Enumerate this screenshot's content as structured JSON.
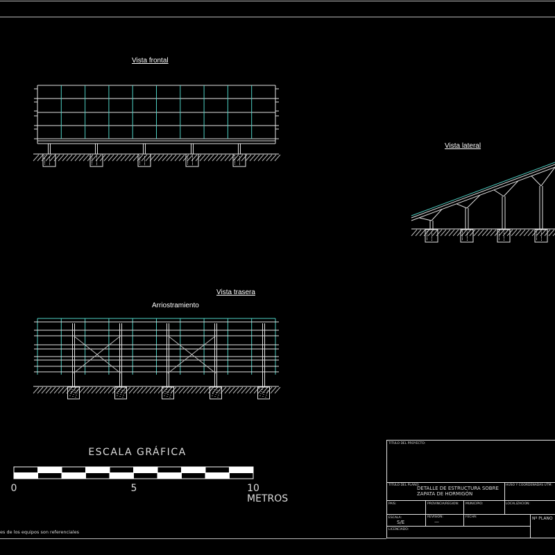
{
  "views": {
    "front": "Vista frontal",
    "lateral": "Vista lateral",
    "rear": "Vista trasera",
    "bracing": "Arriostramiento"
  },
  "scale": {
    "title": "ESCALA GRÁFICA",
    "ticks": [
      "0",
      "5",
      "10"
    ],
    "unit": "METROS"
  },
  "footnote": "es de los equipos son referenciales",
  "title_block": {
    "project_title_label": "TITULO DEL PROYECTO:",
    "plan_title_label": "TITULO DEL PLANO:",
    "plan_title_line1": "DETALLE DE ESTRUCTURA SOBRE",
    "plan_title_line2": "ZAPATA DE HORMIGÓN",
    "utm_label": "HUSO Y COORDENADAS UTM:",
    "country_label": "PAIS:",
    "province_label": "PROVINCIA/REGION:",
    "municipality_label": "MUNICIPIO:",
    "location_label": "LOCALIZACION:",
    "scale_label": "ESCALA:",
    "scale_value": "S/E",
    "revision_label": "REVISION:",
    "revision_value": "—",
    "date_label": "FECHA:",
    "plan_number_label": "Nº PLANO",
    "licensee_label": "LICENCIADO:"
  },
  "colors": {
    "background": "#000000",
    "lines": "#e6e6e6",
    "panels": "#4fd1c5"
  }
}
